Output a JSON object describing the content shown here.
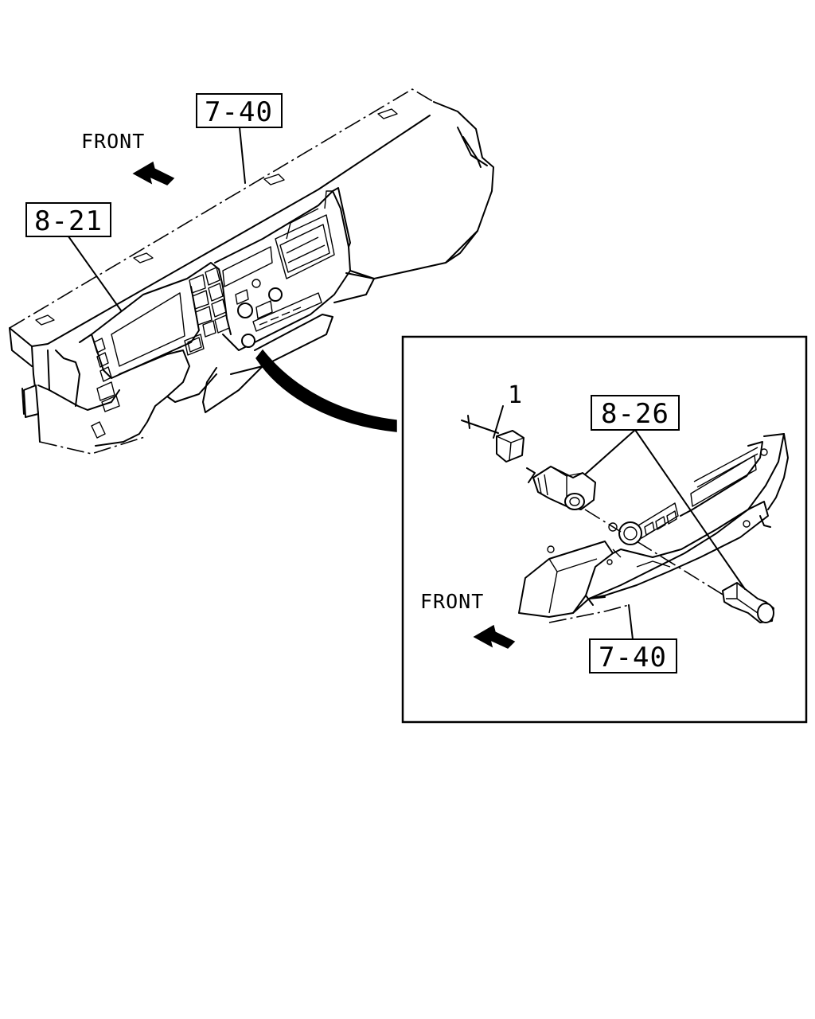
{
  "callouts": {
    "ref_7_40_top": "7-40",
    "ref_8_21": "8-21",
    "ref_8_26": "8-26",
    "ref_7_40_detail": "7-40",
    "part_1": "1"
  },
  "direction_labels": {
    "front_main": "FRONT",
    "front_detail": "FRONT"
  },
  "icons": {
    "front_arrow": "front-arrow-icon",
    "leader_line": "leader-line-icon"
  },
  "colors": {
    "line": "#000000",
    "background": "#ffffff"
  }
}
